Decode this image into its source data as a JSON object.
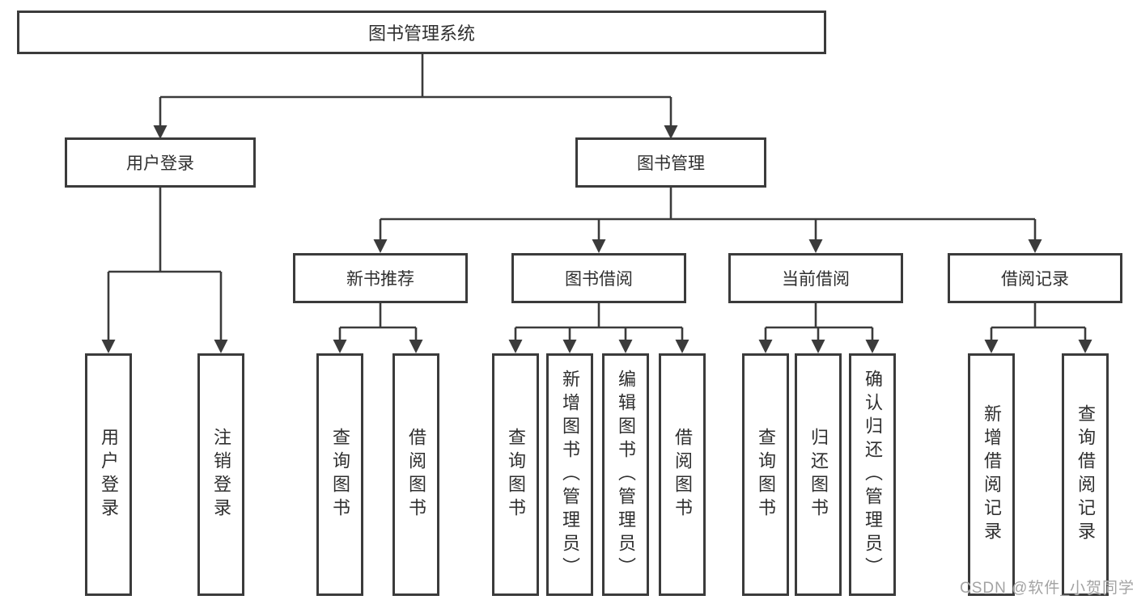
{
  "tree": {
    "label": "图书管理系统",
    "children": [
      {
        "label": "用户登录",
        "children": [
          {
            "label": "用户登录"
          },
          {
            "label": "注销登录"
          }
        ]
      },
      {
        "label": "图书管理",
        "children": [
          {
            "label": "新书推荐",
            "children": [
              {
                "label": "查询图书"
              },
              {
                "label": "借阅图书"
              }
            ]
          },
          {
            "label": "图书借阅",
            "children": [
              {
                "label": "查询图书"
              },
              {
                "label": "新增图书（管理员）"
              },
              {
                "label": "编辑图书（管理员）"
              },
              {
                "label": "借阅图书"
              }
            ]
          },
          {
            "label": "当前借阅",
            "children": [
              {
                "label": "查询图书"
              },
              {
                "label": "归还图书"
              },
              {
                "label": "确认归还（管理员）"
              }
            ]
          },
          {
            "label": "借阅记录",
            "children": [
              {
                "label": "新增借阅记录"
              },
              {
                "label": "查询借阅记录"
              }
            ]
          }
        ]
      }
    ]
  },
  "watermark": {
    "text": "CSDN @软件_小贺同学"
  },
  "colors": {
    "line": "#3b3b3b",
    "box_border": "#3b3b3b",
    "text": "#2f2f2f",
    "watermark": "#a3a3a3",
    "background": "#ffffff"
  }
}
